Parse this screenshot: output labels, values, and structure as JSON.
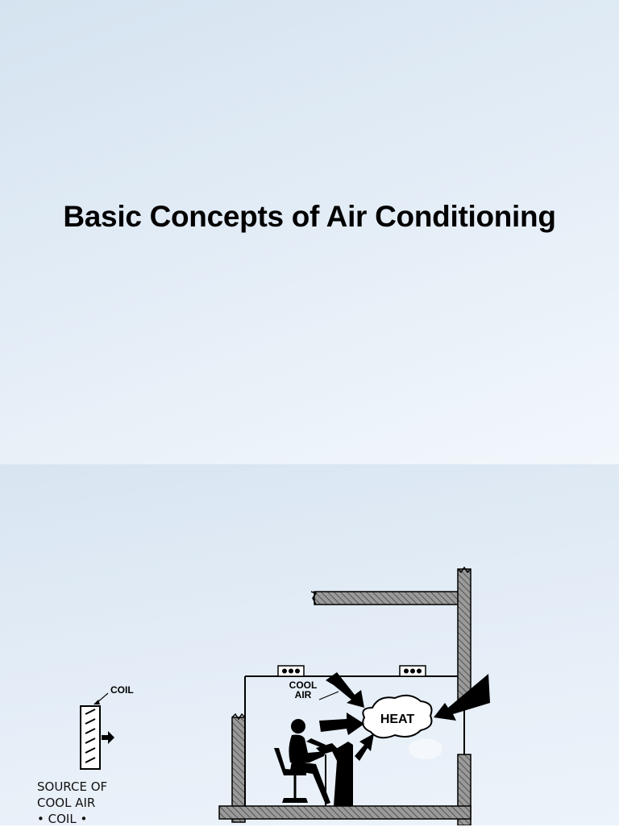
{
  "slide1": {
    "title": "Basic Concepts of Air Conditioning"
  },
  "slide2": {
    "labels": {
      "coil": "COIL",
      "cool_air_line1": "COOL",
      "cool_air_line2": "AIR",
      "heat": "HEAT"
    },
    "source_caption": {
      "line1": "SOURCE OF",
      "line2": "COOL AIR",
      "line3": "• COIL •"
    }
  }
}
